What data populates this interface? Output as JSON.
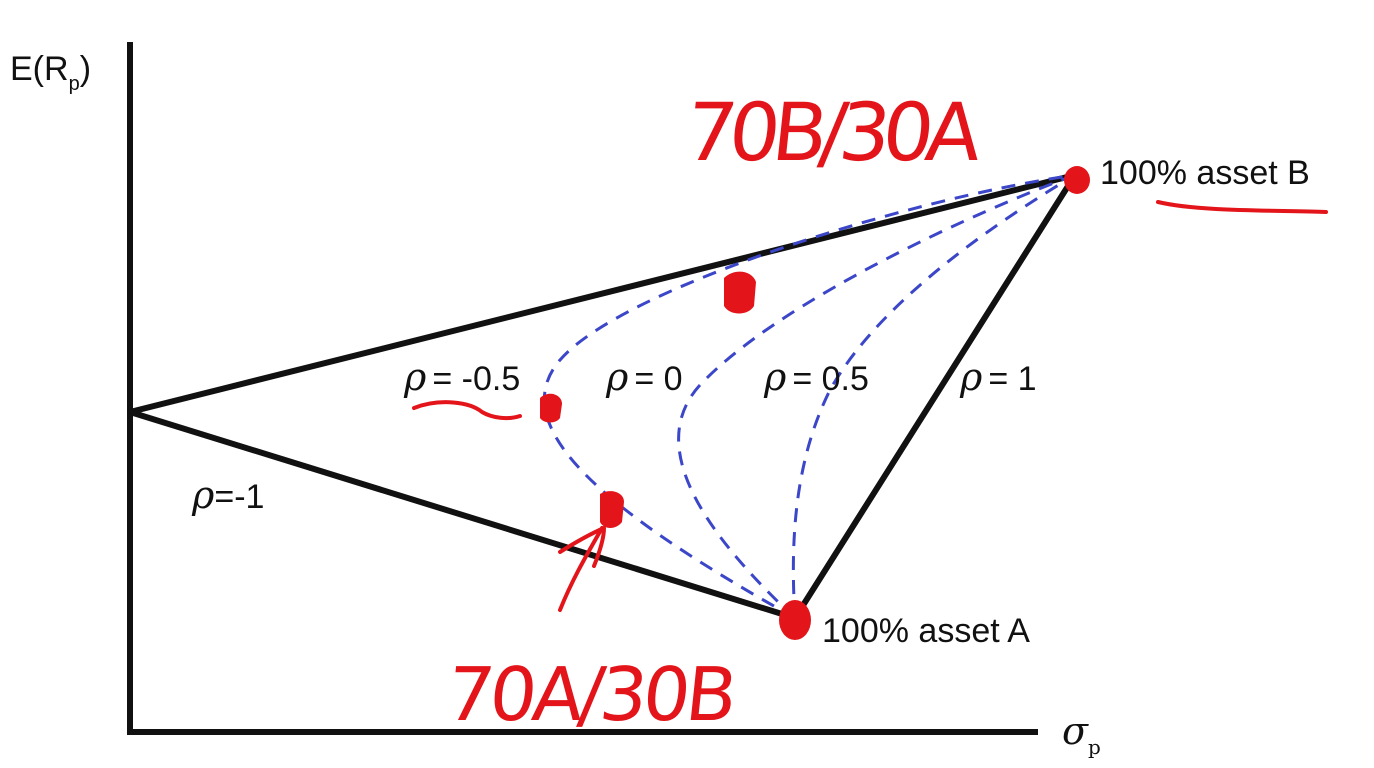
{
  "axes": {
    "y_label_main": "E(R",
    "y_label_sub": "p",
    "y_label_close": ")",
    "x_label_main": "σ",
    "x_label_sub": "p"
  },
  "points": {
    "asset_a_label": "100% asset A",
    "asset_b_label": "100% asset B"
  },
  "correlations": [
    {
      "symbol": "ρ",
      "value": "=-1"
    },
    {
      "symbol": "ρ",
      "value": "= -0.5"
    },
    {
      "symbol": "ρ",
      "value": "= 0"
    },
    {
      "symbol": "ρ",
      "value": "= 0.5"
    },
    {
      "symbol": "ρ",
      "value": "= 1"
    }
  ],
  "annotations": {
    "top_handwritten": "70B/30A",
    "bottom_handwritten": "70A/30B"
  },
  "colors": {
    "frontier": "#111111",
    "dashed_curves": "#3b46c8",
    "annotation_ink": "#e3151a"
  }
}
